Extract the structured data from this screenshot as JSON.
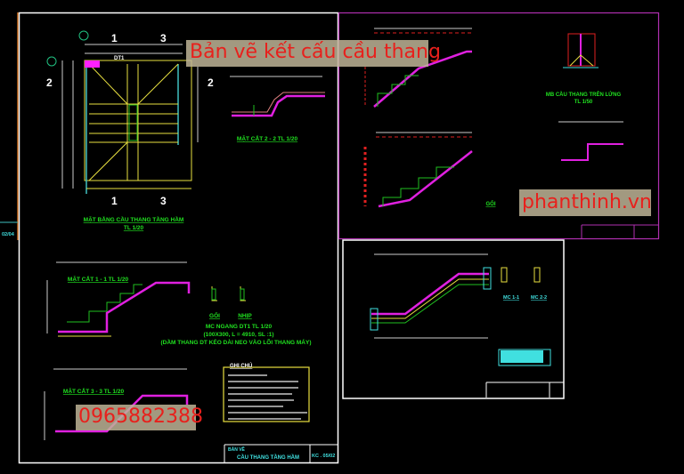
{
  "watermarks": {
    "title": "Bản vẽ kết cấu cầu thang",
    "site": "phanthinh.vn",
    "phone": "0965882388"
  },
  "sheet_left": {
    "grid_marks": {
      "a": "1",
      "b": "3",
      "c": "2",
      "beam": "DT1"
    },
    "plan_title": "MẶT BẰNG CẦU THANG TẦNG HẦM",
    "plan_scale": "TL 1/20",
    "section_22": "MẶT CẮT 2 - 2 TL 1/20",
    "section_11": "MẶT CẮT 1 - 1 TL 1/20",
    "section_33": "MẶT CẮT 3 - 3 TL 1/20",
    "goi": "GỐI",
    "nhip": "NHỊP",
    "mc_title": "MC NGANG DT1 TL 1/20",
    "mc_spec": "(100X300, L = 4910, SL :1)",
    "mc_note": "(DẦM THANG DT KÉO DÀI NEO VÀO LÕI THANG MÁY)",
    "notes_title": "GHI CHÚ",
    "titleblock_label": "BẢN VẼ",
    "titleblock_name": "CẦU THANG TẦNG HẦM",
    "titleblock_code": "KC . 05/02"
  },
  "sheet_right": {
    "plan_title": "MB CẦU THANG TRÊN LỬNG",
    "plan_scale": "TL 1/50",
    "goi": "GỐI"
  },
  "sheet_bottom": {
    "mc11": "MC 1-1",
    "mc22": "MC 2-2"
  },
  "side_label": "02/04",
  "colors": {
    "background": "#000000",
    "frame": "#ffffff",
    "sheet2_frame": "#b030b0",
    "title_green": "#20e020",
    "cad_yellow": "#e8e040",
    "cad_cyan": "#40e0e0",
    "cad_magenta": "#e020e0",
    "cad_red": "#e02020",
    "watermark_text": "#e8201c"
  }
}
